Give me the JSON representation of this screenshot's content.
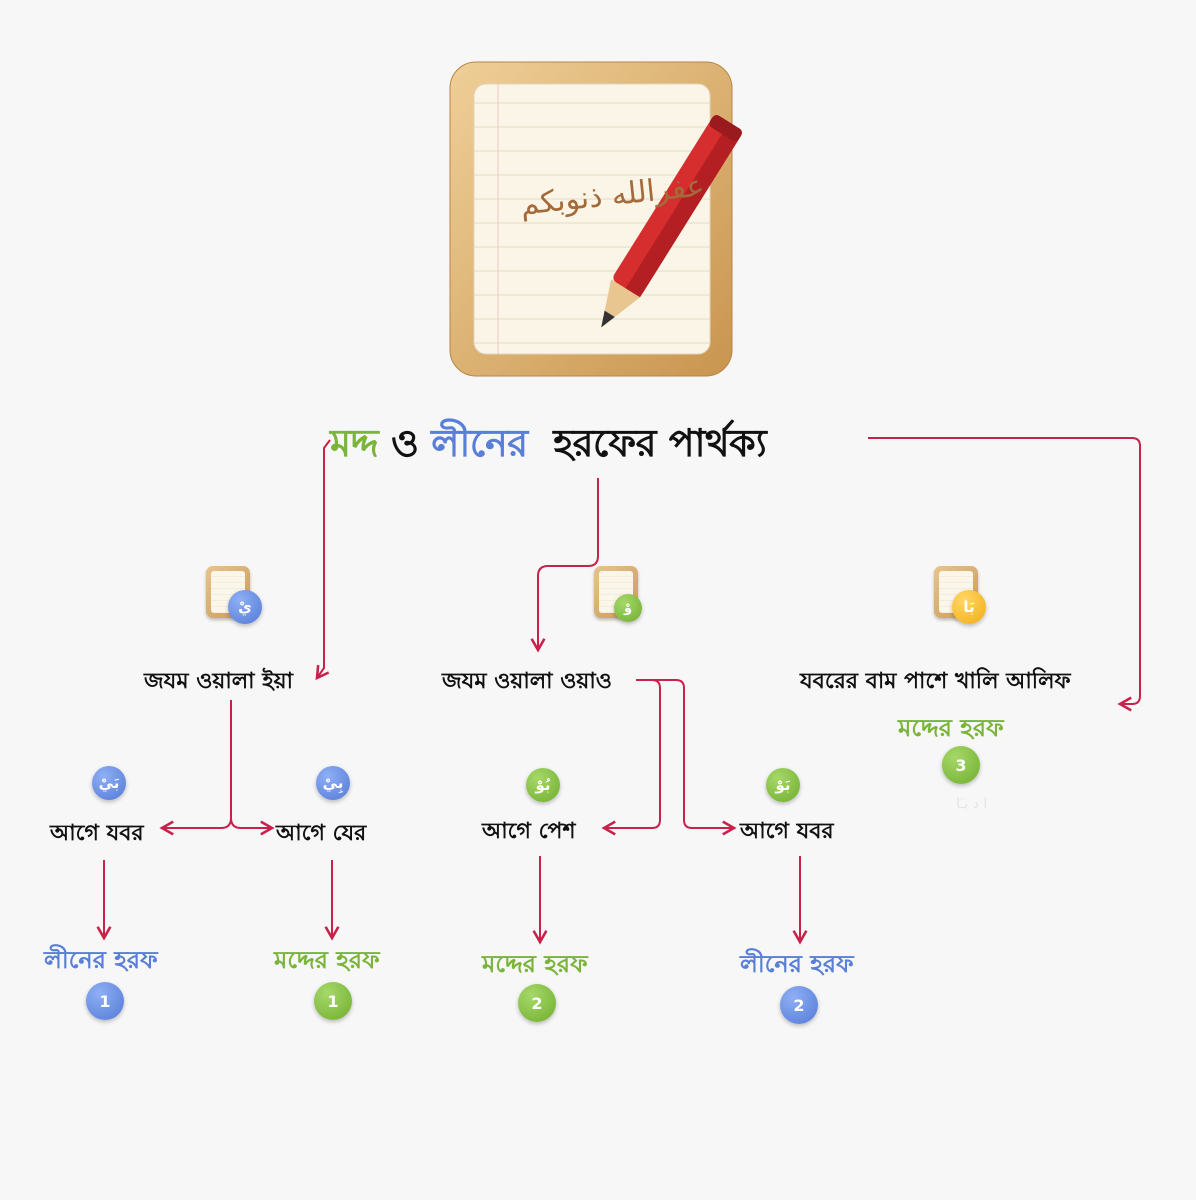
{
  "title": {
    "part1": "মদ্দ",
    "part2": "ও",
    "part3": "লীনের",
    "part4": "হরফের পার্থক্য"
  },
  "colors": {
    "arrow": "#c8214a",
    "green": "#7ab43a",
    "blue": "#5a7fd6",
    "yellow": "#f2ac13"
  },
  "branches": {
    "ya": {
      "glyph": "يْ",
      "label": "জযম ওয়ালা ইয়া"
    },
    "waw": {
      "glyph": "وْ",
      "label": "জযম ওয়ালা ওয়াও"
    },
    "alif": {
      "glyph": "بَا",
      "label": "যবরের বাম পাশে খালি আলিফ",
      "result": "মদ্দের হরফ",
      "num": "3",
      "faint": "ا د بـَا"
    }
  },
  "leaves": {
    "ya_zabar": {
      "glyph": "بَيْ",
      "label": "আগে যবর",
      "result": "লীনের হরফ",
      "num": "1"
    },
    "ya_zer": {
      "glyph": "بِيْ",
      "label": "আগে  যের",
      "result": "মদ্দের হরফ",
      "num": "1"
    },
    "waw_pesh": {
      "glyph": "بُوْ",
      "label": "আগে  পেশ",
      "result": "মদ্দের হরফ",
      "num": "2"
    },
    "waw_zabar": {
      "glyph": "بَوْ",
      "label": "আগে   যবর",
      "result": "লীনের হরফ",
      "num": "2"
    }
  },
  "hero": {
    "calligraphy": "عفرالله ذنوبكم"
  }
}
